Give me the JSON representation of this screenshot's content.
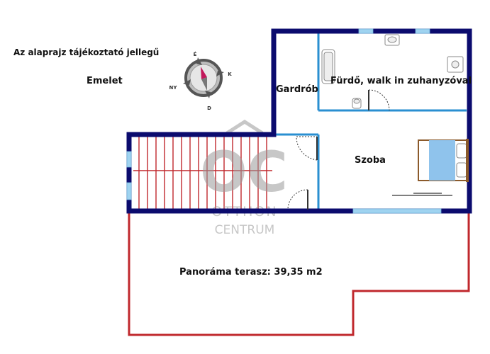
{
  "notice": "Az alaprajz tájékoztató jellegű",
  "floor_label": "Emelet",
  "compass": {
    "north": "É",
    "east": "K",
    "south": "D",
    "west": "NY"
  },
  "rooms": {
    "wardrobe": "Gardrób",
    "bathroom": "Fürdő, walk in zuhanyzóval",
    "bedroom": "Szoba",
    "terrace": "Panoráma terasz: 39,35 m2"
  },
  "watermark": {
    "monogram": "OC",
    "line1": "OTTHON",
    "line2": "CENTRUM"
  },
  "colors": {
    "wall": "#0b0b6e",
    "partition": "#2a8fd1",
    "terrace_outline": "#c0282d",
    "stairs": "#c0282d",
    "window": "#9fd3f0",
    "bed": "#8fc3ec",
    "compass_needle": "#c2185b"
  }
}
